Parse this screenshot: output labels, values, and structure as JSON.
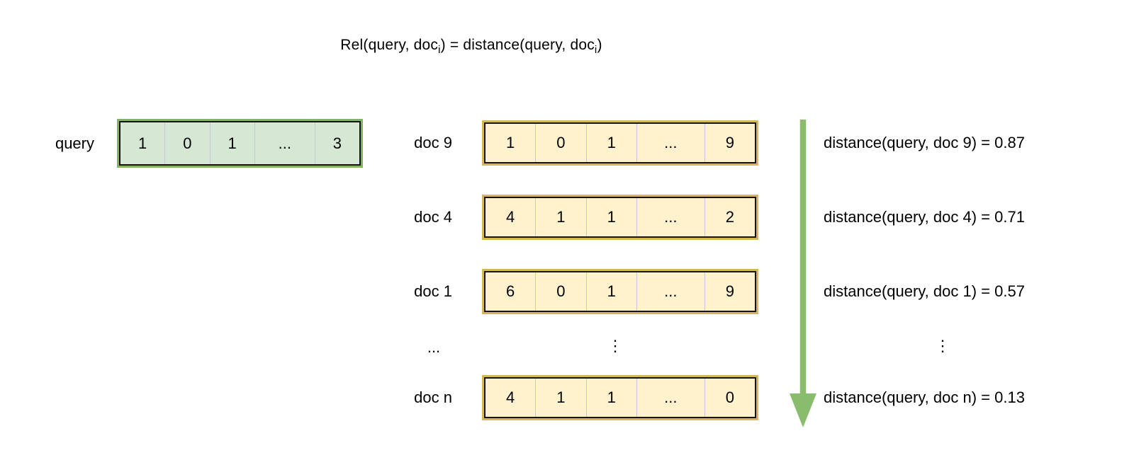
{
  "title": {
    "part1": "Rel(query, doc",
    "sub1": "i",
    "part2": ") = distance(query, doc",
    "sub2": "i",
    "part3": ")"
  },
  "query": {
    "label": "query",
    "cells": [
      "1",
      "0",
      "1",
      "...",
      "3"
    ]
  },
  "docs": [
    {
      "label": "doc 9",
      "cells": [
        "1",
        "0",
        "1",
        "...",
        "9"
      ],
      "distance": "distance(query, doc 9) = 0.87"
    },
    {
      "label": "doc 4",
      "cells": [
        "4",
        "1",
        "1",
        "...",
        "2"
      ],
      "distance": "distance(query, doc 4) = 0.71"
    },
    {
      "label": "doc 1",
      "cells": [
        "6",
        "0",
        "1",
        "...",
        "9"
      ],
      "distance": "distance(query, doc 1) = 0.57"
    },
    {
      "label": "doc n",
      "cells": [
        "4",
        "1",
        "1",
        "...",
        "0"
      ],
      "distance": "distance(query, doc n) = 0.13"
    }
  ],
  "ellipsis_row": {
    "label": "...",
    "vector": "⋮",
    "distance": "⋮"
  },
  "colors": {
    "query_border": "#82b366",
    "query_fill": "#d5e8d4",
    "doc_border": "#d6b656",
    "doc_fill": "#fff2cc",
    "inner_border": "#141414",
    "divider": "#c3c9d2",
    "arrow": "#8abc6e"
  }
}
